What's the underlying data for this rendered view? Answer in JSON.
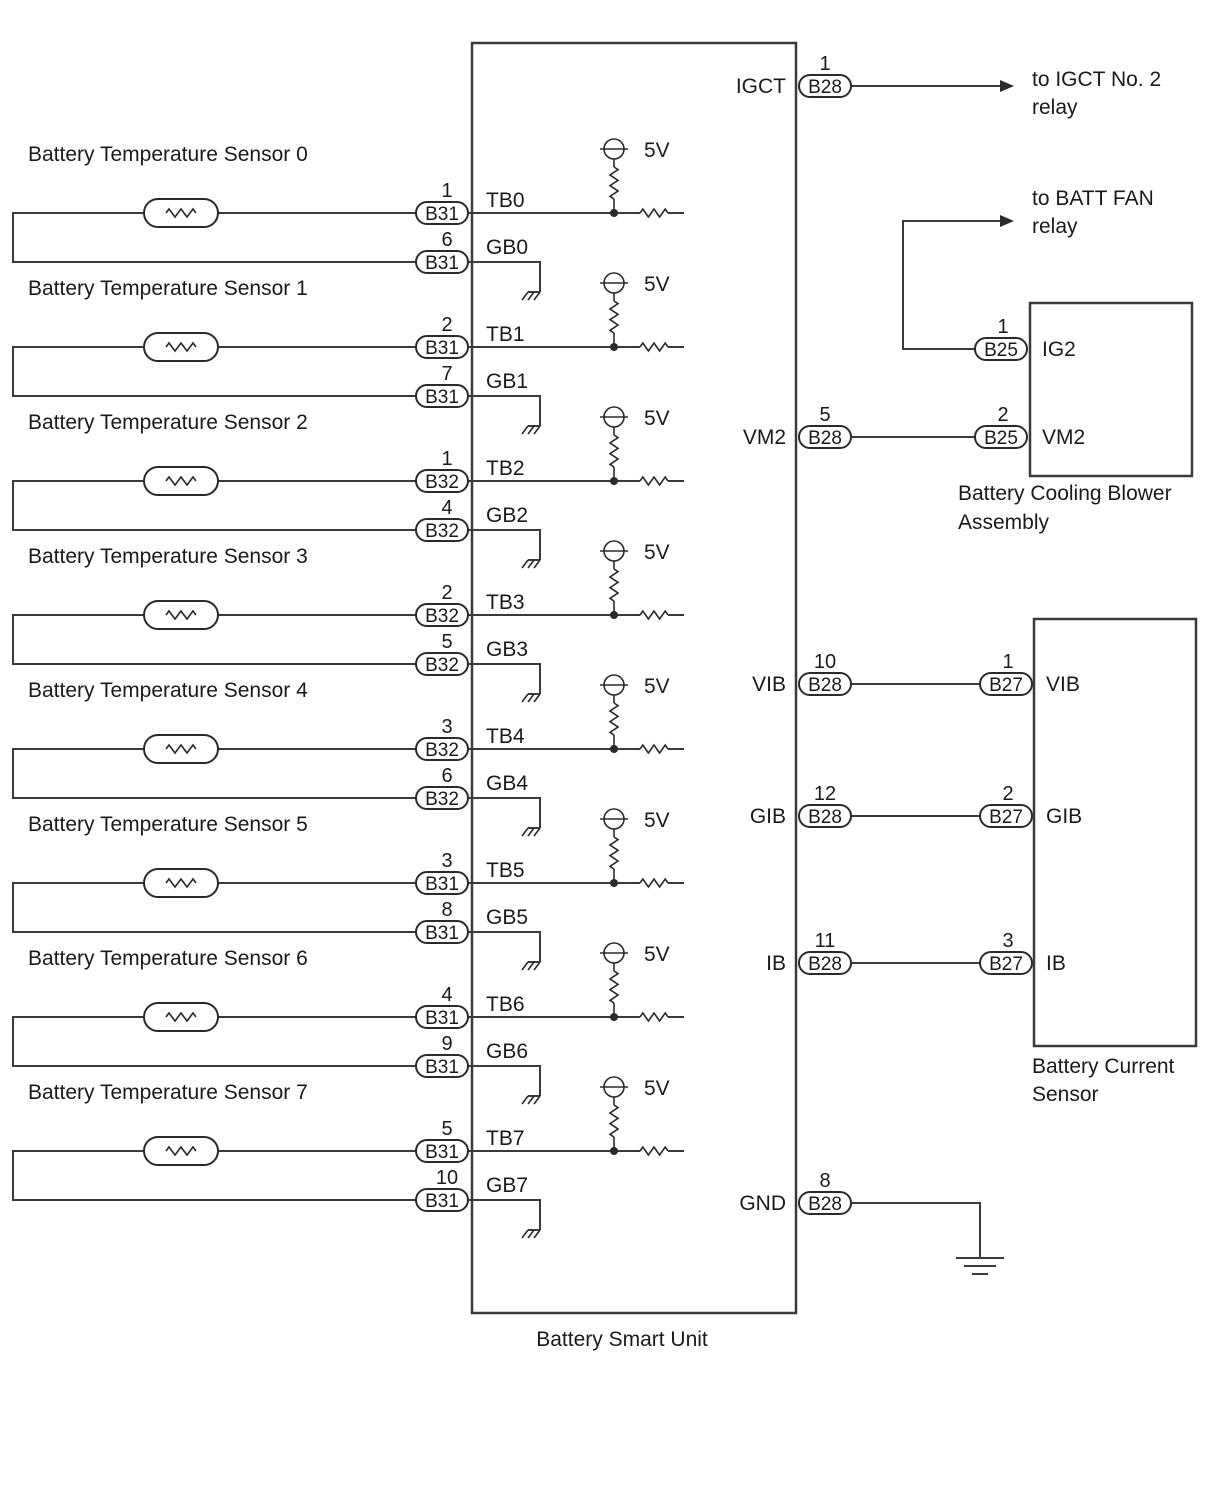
{
  "bsu": {
    "label": "Battery Smart Unit"
  },
  "sensors": [
    {
      "title": "Battery Temperature Sensor 0",
      "tb": {
        "pin": "1",
        "conn": "B31",
        "label": "TB0"
      },
      "gb": {
        "pin": "6",
        "conn": "B31",
        "label": "GB0"
      }
    },
    {
      "title": "Battery Temperature Sensor 1",
      "tb": {
        "pin": "2",
        "conn": "B31",
        "label": "TB1"
      },
      "gb": {
        "pin": "7",
        "conn": "B31",
        "label": "GB1"
      }
    },
    {
      "title": "Battery Temperature Sensor 2",
      "tb": {
        "pin": "1",
        "conn": "B32",
        "label": "TB2"
      },
      "gb": {
        "pin": "4",
        "conn": "B32",
        "label": "GB2"
      }
    },
    {
      "title": "Battery Temperature Sensor 3",
      "tb": {
        "pin": "2",
        "conn": "B32",
        "label": "TB3"
      },
      "gb": {
        "pin": "5",
        "conn": "B32",
        "label": "GB3"
      }
    },
    {
      "title": "Battery Temperature Sensor 4",
      "tb": {
        "pin": "3",
        "conn": "B32",
        "label": "TB4"
      },
      "gb": {
        "pin": "6",
        "conn": "B32",
        "label": "GB4"
      }
    },
    {
      "title": "Battery Temperature Sensor 5",
      "tb": {
        "pin": "3",
        "conn": "B31",
        "label": "TB5"
      },
      "gb": {
        "pin": "8",
        "conn": "B31",
        "label": "GB5"
      }
    },
    {
      "title": "Battery Temperature Sensor 6",
      "tb": {
        "pin": "4",
        "conn": "B31",
        "label": "TB6"
      },
      "gb": {
        "pin": "9",
        "conn": "B31",
        "label": "GB6"
      }
    },
    {
      "title": "Battery Temperature Sensor 7",
      "tb": {
        "pin": "5",
        "conn": "B31",
        "label": "TB7"
      },
      "gb": {
        "pin": "10",
        "conn": "B31",
        "label": "GB7"
      }
    }
  ],
  "supply_label": "5V",
  "right_pins": [
    {
      "signal": "IGCT",
      "pin": "1",
      "conn": "B28"
    },
    {
      "signal": "VM2",
      "pin": "5",
      "conn": "B28"
    },
    {
      "signal": "VIB",
      "pin": "10",
      "conn": "B28"
    },
    {
      "signal": "GIB",
      "pin": "12",
      "conn": "B28"
    },
    {
      "signal": "IB",
      "pin": "11",
      "conn": "B28"
    },
    {
      "signal": "GND",
      "pin": "8",
      "conn": "B28"
    }
  ],
  "igct_relay": {
    "line1": "to IGCT No. 2",
    "line2": "relay"
  },
  "batt_fan_relay": {
    "line1": "to BATT FAN",
    "line2": "relay"
  },
  "blower": {
    "label_line1": "Battery Cooling Blower",
    "label_line2": "Assembly",
    "pins": [
      {
        "signal": "IG2",
        "pin": "1",
        "conn": "B25"
      },
      {
        "signal": "VM2",
        "pin": "2",
        "conn": "B25"
      }
    ]
  },
  "current_sensor": {
    "label_line1": "Battery Current",
    "label_line2": "Sensor",
    "pins": [
      {
        "signal": "VIB",
        "pin": "1",
        "conn": "B27"
      },
      {
        "signal": "GIB",
        "pin": "2",
        "conn": "B27"
      },
      {
        "signal": "IB",
        "pin": "3",
        "conn": "B27"
      }
    ]
  }
}
